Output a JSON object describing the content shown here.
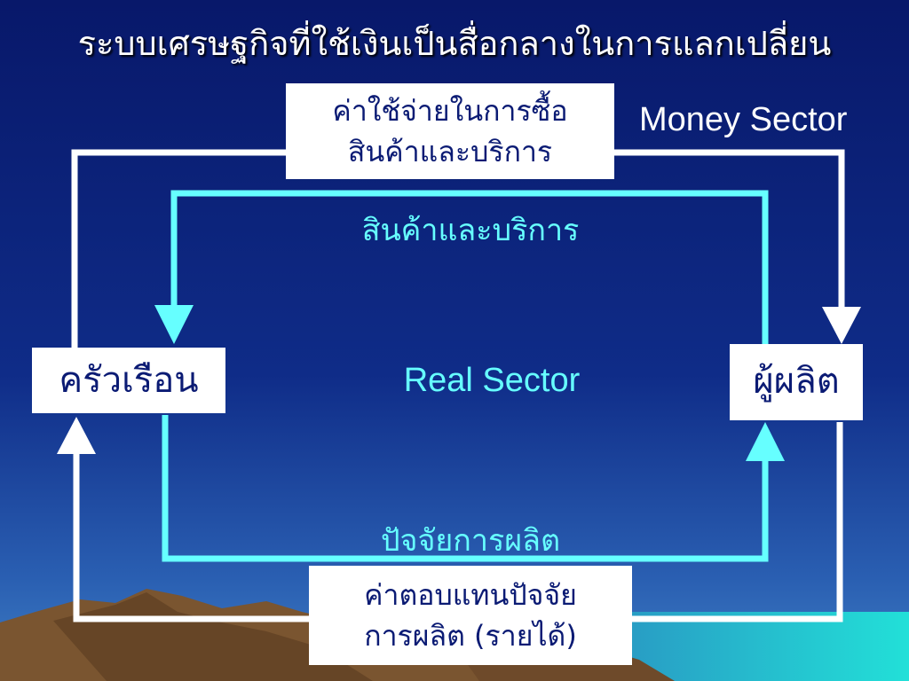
{
  "title": "ระบบเศรษฐกิจที่ใช้เงินเป็นสื่อกลางในการแลกเปลี่ยน",
  "money_sector_label": "Money Sector",
  "real_sector_label": "Real Sector",
  "expenditure_box": {
    "line1": "ค่าใช้จ่ายในการซื้อ",
    "line2": "สินค้าและบริการ"
  },
  "goods_services_label": "สินค้าและบริการ",
  "households_label": "ครัวเรือน",
  "producers_label": "ผู้ผลิต",
  "factors_label": "ปัจจัยการผลิต",
  "factor_payment_box": {
    "line1": "ค่าตอบแทนปัจจัย",
    "line2": "การผลิต (รายได้)"
  },
  "colors": {
    "money_flow": "#ffffff",
    "real_flow": "#66ffff",
    "box_text": "#0b1b74",
    "background_top": "#0a1a6e",
    "background_bottom": "#1e52a6"
  }
}
